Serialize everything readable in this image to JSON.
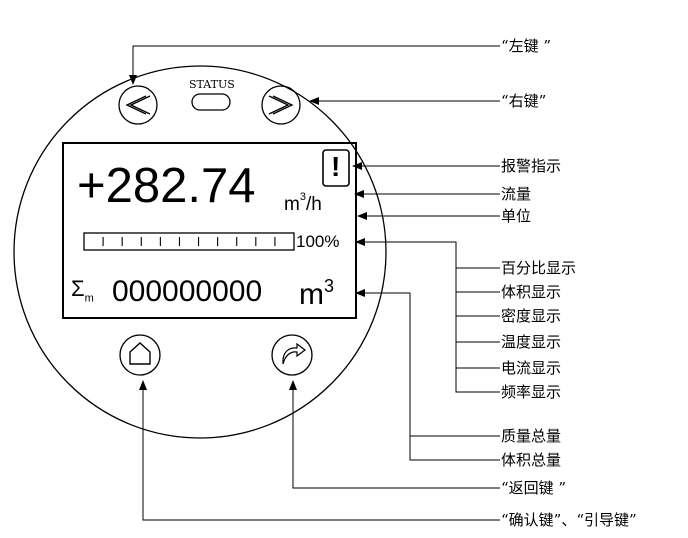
{
  "device": {
    "status_label": "STATUS",
    "flow_value": "+282.74",
    "flow_unit_main": "m",
    "flow_unit_sup": "3",
    "flow_unit_tail": "/h",
    "alarm_symbol": "!",
    "progress_label": "100%",
    "progress": {
      "percent": 100,
      "segments": 11
    },
    "sigma_symbol": "Σ",
    "sigma_sub": "m",
    "total_value": "000000000",
    "total_unit_main": "m",
    "total_unit_sup": "3"
  },
  "labels": {
    "left_key": "“左键 ”",
    "right_key": "“右键”",
    "alarm": "报警指示",
    "flow": "流量",
    "unit": "单位",
    "percent_display": "百分比显示",
    "volume_display": "体积显示",
    "density_display": "密度显示",
    "temperature_display": "温度显示",
    "current_display": "电流显示",
    "frequency_display": "频率显示",
    "mass_total": "质量总量",
    "volume_total": "体积总量",
    "back_key": "“返回键 ”",
    "confirm_key": "“确认键”、“引导键”"
  },
  "colors": {
    "line": "#000000",
    "background": "#ffffff"
  }
}
